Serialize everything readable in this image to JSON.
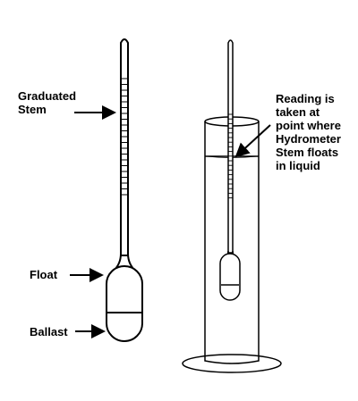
{
  "labels": {
    "graduated_stem": [
      "Graduated",
      "Stem"
    ],
    "float": "Float",
    "ballast": "Ballast",
    "reading": [
      "Reading is",
      "taken at",
      "point where",
      "Hydrometer",
      "Stem floats",
      "in liquid"
    ]
  }
}
